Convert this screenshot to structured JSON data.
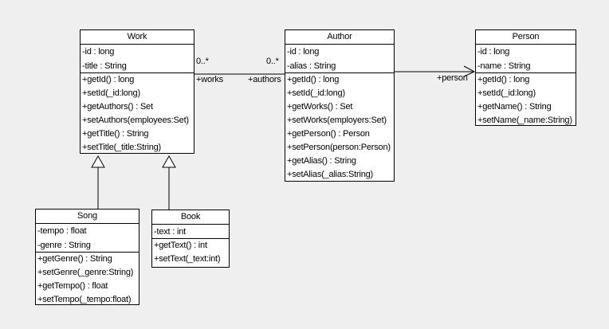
{
  "colors": {
    "canvas_background": "#efefef",
    "class_fill": "#ffffff",
    "line": "#000000",
    "text": "#000000"
  },
  "classes": {
    "work": {
      "title": "Work",
      "attributes": [
        "-id : long",
        "-title : String"
      ],
      "methods": [
        "+getId() : long",
        "+setId(_id:long)",
        "+getAuthors() : Set",
        "+setAuthors(employees:Set)",
        "+getTitle() : String",
        "+setTitle(_title:String)"
      ]
    },
    "author": {
      "title": "Author",
      "attributes": [
        "-id : long",
        "-alias : String"
      ],
      "methods": [
        "+getId() : long",
        "+setId(_id:long)",
        "+getWorks() : Set",
        "+setWorks(employers:Set)",
        "+getPerson() : Person",
        "+setPerson(person:Person)",
        "+getAlias() : String",
        "+setAlias(_alias:String)"
      ]
    },
    "person": {
      "title": "Person",
      "attributes": [
        "-id : long",
        "-name : String"
      ],
      "methods": [
        "+getId() : long",
        "+setId(_id:long)",
        "+getName() : String",
        "+setName(_name:String)"
      ]
    },
    "song": {
      "title": "Song",
      "attributes": [
        "-tempo : float",
        "-genre : String"
      ],
      "methods": [
        "+getGenre() : String",
        "+setGenre(_genre:String)",
        "+getTempo() : float",
        "+setTempo(_tempo:float)"
      ]
    },
    "book": {
      "title": "Book",
      "attributes": [
        "-text : int"
      ],
      "methods": [
        "+getText() : int",
        "+setText(_text:int)"
      ]
    }
  },
  "associations": {
    "work_author": {
      "multiplicity_at_work": "0..*",
      "multiplicity_at_author": "0..*",
      "role_at_work": "+works",
      "role_at_author": "+authors"
    },
    "author_person": {
      "role_at_person": "+person"
    }
  }
}
